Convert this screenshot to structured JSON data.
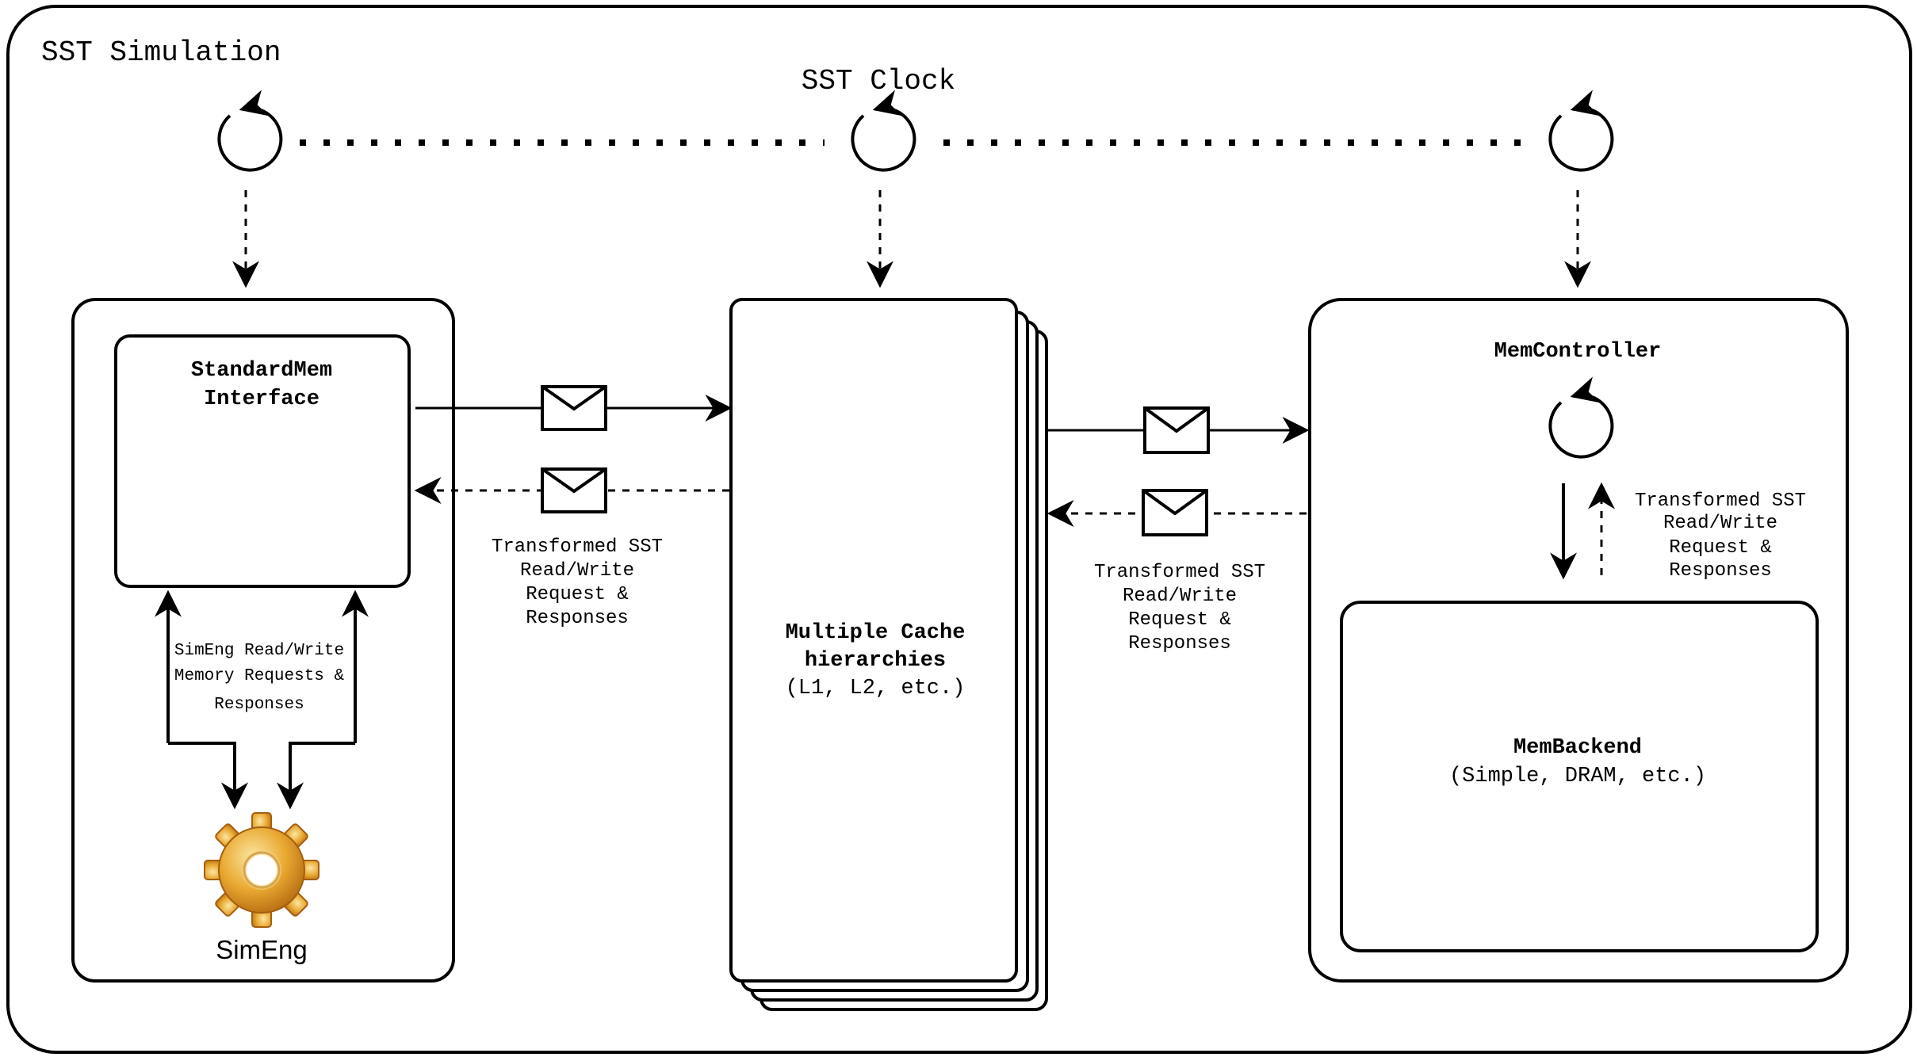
{
  "diagram": {
    "title": "SST Simulation",
    "clock_label": "SST Clock",
    "standardmem": {
      "line1": "StandardMem",
      "line2": "Interface"
    },
    "simeng_requests": {
      "line1": "SimEng Read/Write",
      "line2": "Memory Requests &",
      "line3": "Responses"
    },
    "simeng_label": "SimEng",
    "transformed_left": {
      "line1": "Transformed SST",
      "line2": "Read/Write",
      "line3": "Request &",
      "line4": "Responses"
    },
    "cache": {
      "line1": "Multiple Cache",
      "line2": "hierarchies",
      "line3": "(L1, L2, etc.)"
    },
    "transformed_mid": {
      "line1": "Transformed SST",
      "line2": "Read/Write",
      "line3": "Request &",
      "line4": "Responses"
    },
    "memcontroller": "MemController",
    "transformed_right": {
      "line1": "Transformed SST",
      "line2": "Read/Write",
      "line3": "Request &",
      "line4": "Responses"
    },
    "membackend": {
      "line1": "MemBackend",
      "line2": "(Simple, DRAM, etc.)"
    }
  },
  "icons": [
    "clock-cycle-icon",
    "envelope-icon",
    "gear-icon"
  ],
  "colors": {
    "stroke": "#000000",
    "background": "#ffffff",
    "gear": "#e9a830"
  }
}
